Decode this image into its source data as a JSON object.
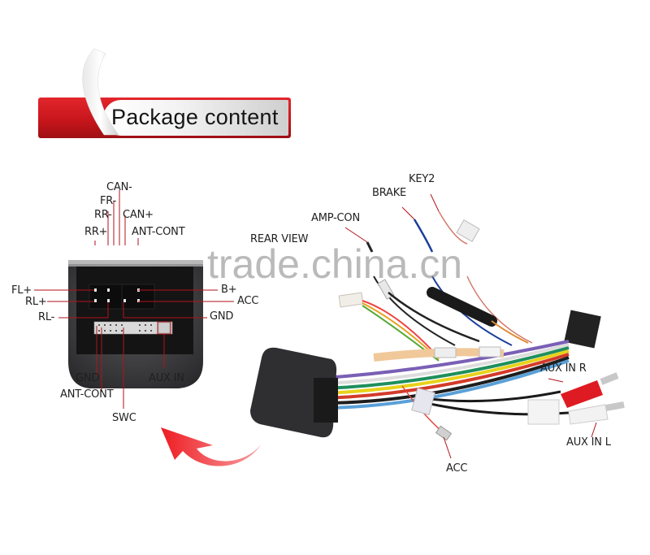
{
  "banner": {
    "title": "Package content"
  },
  "watermark": "trade.china.cn",
  "connector_diagram": {
    "top_labels": [
      "CAN-",
      "FR-",
      "RR-",
      "CAN+",
      "RR+",
      "ANT-CONT"
    ],
    "left_labels": [
      "FL+",
      "RL+",
      "RL-"
    ],
    "right_labels": [
      "B+",
      "ACC",
      "GND"
    ],
    "bottom_labels": [
      "GND",
      "ANT-CONT",
      "SWC",
      "AUX IN"
    ]
  },
  "harness_labels": {
    "key2": "KEY2",
    "brake": "BRAKE",
    "amp_con": "AMP-CON",
    "rear_view": "REAR VIEW",
    "aux_in_r": "AUX IN R",
    "aux_in_l": "AUX IN L",
    "acc": "ACC"
  },
  "colors": {
    "banner_red": "#d11d22",
    "leader_line": "#b3121a",
    "arrow_red": "#e8262b",
    "connector_body": "#2e2e30"
  }
}
